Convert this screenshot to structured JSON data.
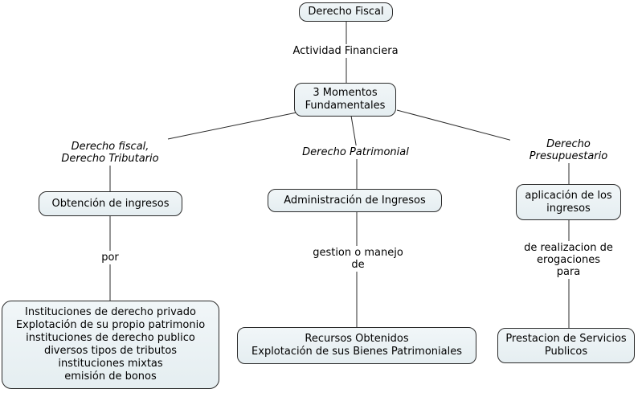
{
  "diagram": {
    "type": "concept-map",
    "colors": {
      "background": "#ffffff",
      "node_fill": "#e9eff2",
      "node_border": "#2b2b2b",
      "line": "#2b2b2b",
      "text": "#000000"
    },
    "nodes": {
      "derecho_fiscal": {
        "label": "Derecho Fiscal"
      },
      "tres_momentos": {
        "label": "3 Momentos\nFundamentales"
      },
      "obtencion": {
        "label": "Obtención de ingresos"
      },
      "administracion": {
        "label": "Administración de Ingresos"
      },
      "aplicacion": {
        "label": "aplicación de los\ningresos"
      },
      "instituciones": {
        "label": "Instituciones de derecho privado\nExplotación de su propio patrimonio\ninstituciones de derecho publico\ndiversos tipos de tributos\ninstituciones mixtas\nemisión de bonos"
      },
      "recursos": {
        "label": "Recursos Obtenidos\nExplotación de sus Bienes Patrimoniales"
      },
      "prestacion": {
        "label": "Prestacion de Servicios\nPublicos"
      }
    },
    "links": {
      "actividad": {
        "label": "Actividad Financiera"
      },
      "rama_fiscal": {
        "label": "Derecho fiscal,\nDerecho Tributario"
      },
      "rama_patrimonial": {
        "label": "Derecho Patrimonial"
      },
      "rama_presupuestario": {
        "label": "Derecho\nPresupuestario"
      },
      "por": {
        "label": "por"
      },
      "gestion": {
        "label": "gestion o manejo\nde"
      },
      "realizacion": {
        "label": "de realizacion de\nerogaciones\npara"
      }
    }
  }
}
